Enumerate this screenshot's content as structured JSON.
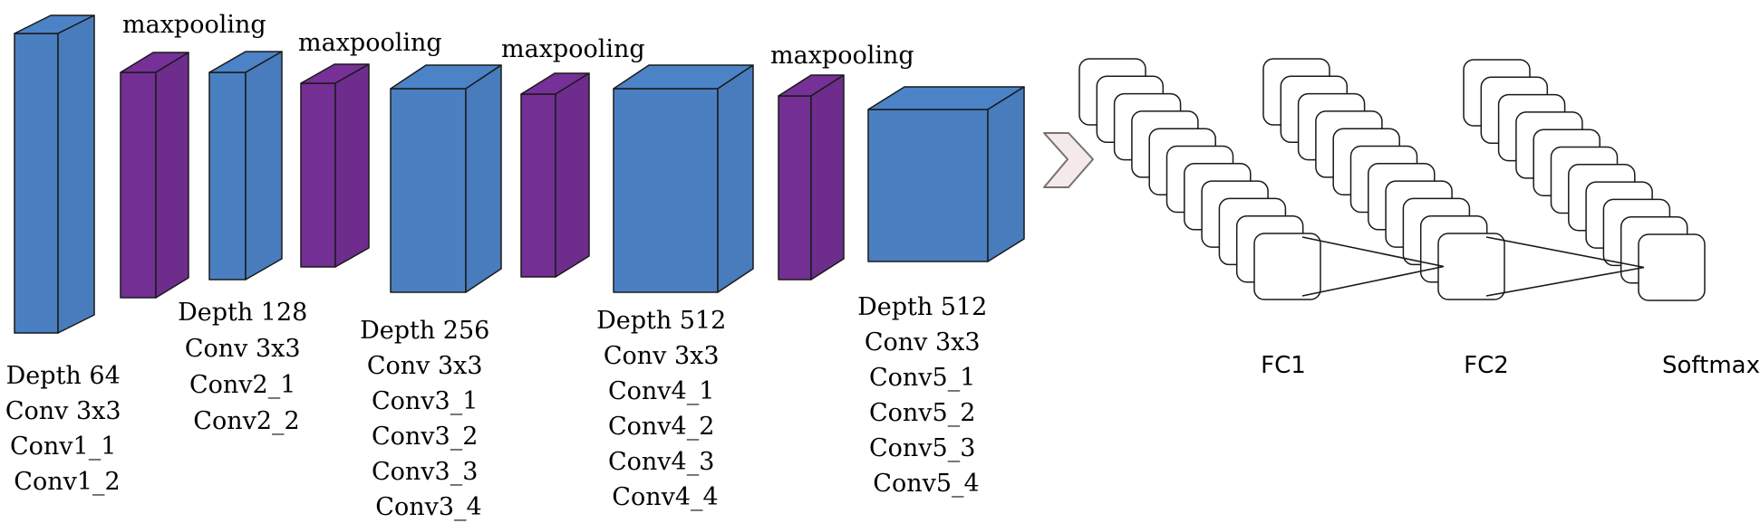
{
  "colors": {
    "conv": "#4a80c2",
    "pool": "#732f93",
    "stroke": "#1a1a1a",
    "node_fill": "#ffffff",
    "arrow_fill": "#f4eaea",
    "arrow_stroke": "#7a6f6f"
  },
  "conv_blocks": [
    {
      "lines": [
        "Depth 64",
        "Conv 3x3",
        "Conv1_1",
        "Conv1_2"
      ]
    },
    {
      "lines": [
        "Depth 128",
        "Conv 3x3",
        "Conv2_1",
        "Conv2_2"
      ]
    },
    {
      "lines": [
        "Depth 256",
        "Conv 3x3",
        "Conv3_1",
        "Conv3_2",
        "Conv3_3",
        "Conv3_4"
      ]
    },
    {
      "lines": [
        "Depth 512",
        "Conv 3x3",
        "Conv4_1",
        "Conv4_2",
        "Conv4_3",
        "Conv4_4"
      ]
    },
    {
      "lines": [
        "Depth 512",
        "Conv 3x3",
        "Conv5_1",
        "Conv5_2",
        "Conv5_3",
        "Conv5_4"
      ]
    }
  ],
  "pool_blocks": [
    {
      "label": "maxpooling"
    },
    {
      "label": "maxpooling"
    },
    {
      "label": "maxpooling"
    },
    {
      "label": "maxpooling"
    }
  ],
  "fc_layers": [
    {
      "label": "FC1"
    },
    {
      "label": "FC2"
    },
    {
      "label": "Softmax"
    }
  ],
  "arrow_icon": "chevron-right-icon"
}
